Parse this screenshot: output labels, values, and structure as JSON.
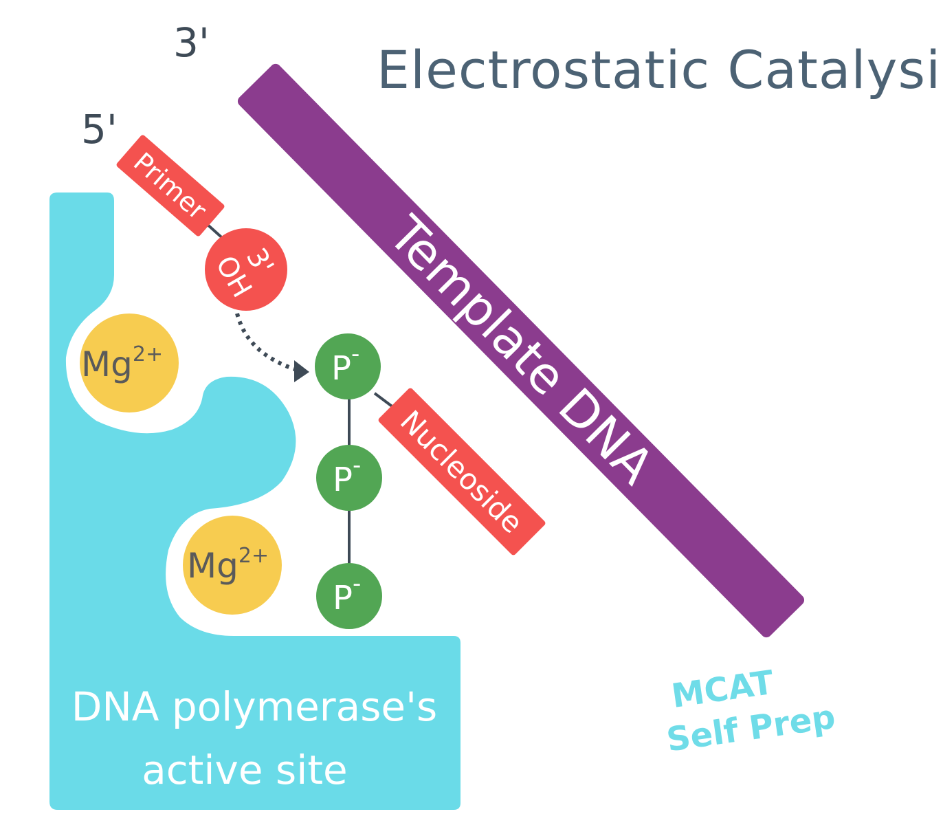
{
  "title": "Electrostatic Catalysis",
  "labels": {
    "three_prime": "3'",
    "five_prime": "5'",
    "template": "Template DNA",
    "primer": "Primer",
    "hydroxyl_top": "3'",
    "hydroxyl_bottom": "OH",
    "magnesium": "Mg",
    "magnesium_charge": "2+",
    "phosphate": "P",
    "phosphate_charge": "-",
    "nucleoside": "Nucleoside",
    "active_site_line1": "DNA polymerase's",
    "active_site_line2": "active site",
    "brand_line1": "MCAT",
    "brand_line2": "Self Prep"
  },
  "colors": {
    "template": "#8b3c8e",
    "primer": "#f4524f",
    "hydroxyl": "#f4524f",
    "polymerase": "#6adbe8",
    "magnesium": "#f7cc50",
    "phosphate": "#52a654",
    "title": "#4c6274",
    "brand": "#6fdce8"
  }
}
